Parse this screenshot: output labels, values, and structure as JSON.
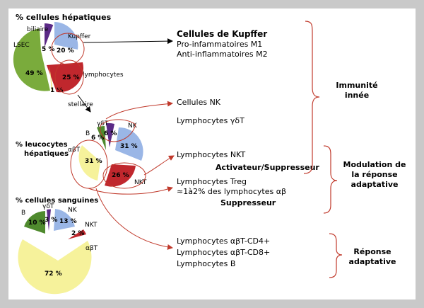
{
  "colors": {
    "frame": "#c9c9c9",
    "panel": "#ffffff",
    "red_line": "#c0392b",
    "lsec_green": "#7aab3c",
    "kupffer_blue": "#9ab6e6",
    "lymph_red": "#c0272d",
    "biliary_purple": "#5b2a86",
    "stellate_yellow": "#f2ec8e",
    "ab_yellow": "#f6f29b",
    "dark_green": "#4f8a2e"
  },
  "pie_hepatic": {
    "title": "% cellules hépatiques",
    "labels": {
      "biliaire": "biliaire",
      "kupffer": "Kupffer",
      "lsec": "LSEC",
      "lymphocytes": "lymphocytes",
      "stellaire": "stellaire"
    },
    "values": {
      "biliaire": "5 %",
      "kupffer": "20 %",
      "lsec": "49 %",
      "lymphocytes": "25 %",
      "stellaire": "1 %"
    }
  },
  "pie_leuco": {
    "title_line1": "% leucocytes",
    "title_line2": "hépatiques",
    "labels": {
      "b": "B",
      "gd": "γδT",
      "nk": "NK",
      "ab": "αβT",
      "nkt": "NKT"
    },
    "values": {
      "b": "6 %",
      "gd": "6 %",
      "nk": "31 %",
      "ab": "31 %",
      "nkt": "26 %"
    }
  },
  "pie_blood": {
    "title": "% cellules sanguines",
    "labels": {
      "b": "B",
      "gd": "γδT",
      "nk": "NK",
      "nkt": "NKT",
      "ab": "αβT"
    },
    "values": {
      "b": "10 %",
      "gd": "3 %",
      "nk": "13 %",
      "nkt": "2 %",
      "ab": "72 %"
    }
  },
  "right_text": {
    "kupffer_title": "Cellules de Kupffer",
    "m1": "Pro-infammatoires M1",
    "m2": "Anti-inflammatoires M2",
    "nk": "Cellules NK",
    "gd": "Lymphocytes γδT",
    "nkt": "Lymphocytes NKT",
    "activateur": "Activateur/Suppresseur",
    "treg": "Lymphocytes Treg",
    "treg_pct": "≈1à2% des lymphocytes αβ",
    "suppresseur": "Suppresseur",
    "cd4": "Lymphocytes αβT-CD4+",
    "cd8": "Lymphocytes αβT-CD8+",
    "lb": "Lymphocytes B"
  },
  "categories": {
    "innee_l1": "Immunité",
    "innee_l2": "innée",
    "mod_l1": "Modulation de",
    "mod_l2": "la réponse",
    "mod_l3": "adaptative",
    "rep_l1": "Réponse",
    "rep_l2": "adaptative"
  }
}
